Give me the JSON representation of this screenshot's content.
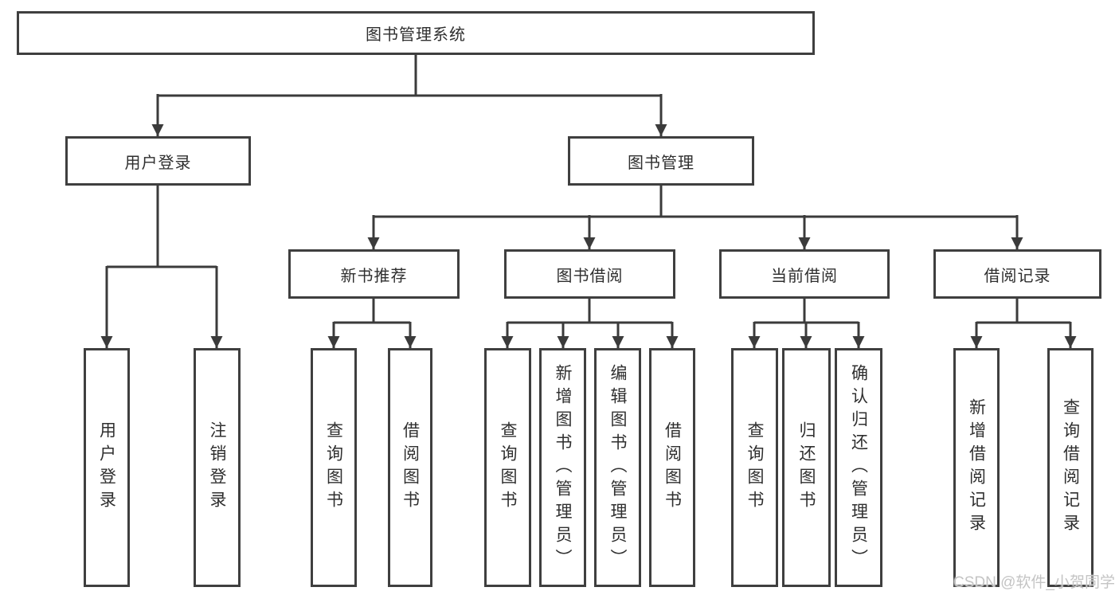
{
  "tree": {
    "label": "图书管理系统",
    "children": [
      {
        "label": "用户登录",
        "children": [
          {
            "label": "用户登录"
          },
          {
            "label": "注销登录"
          }
        ]
      },
      {
        "label": "图书管理",
        "children": [
          {
            "label": "新书推荐",
            "children": [
              {
                "label": "查询图书"
              },
              {
                "label": "借阅图书"
              }
            ]
          },
          {
            "label": "图书借阅",
            "children": [
              {
                "label": "查询图书"
              },
              {
                "label": "新增图书（管理员）"
              },
              {
                "label": "编辑图书（管理员）"
              },
              {
                "label": "借阅图书"
              }
            ]
          },
          {
            "label": "当前借阅",
            "children": [
              {
                "label": "查询图书"
              },
              {
                "label": "归还图书"
              },
              {
                "label": "确认归还（管理员）"
              }
            ]
          },
          {
            "label": "借阅记录",
            "children": [
              {
                "label": "新增借阅记录"
              },
              {
                "label": "查询借阅记录"
              }
            ]
          }
        ]
      }
    ]
  },
  "watermark": {
    "text": "CSDN @软件_小贺同学"
  },
  "colors": {
    "line": "#3b3b3b",
    "box_border": "#3f3f3f",
    "text": "#2f2f2f",
    "watermark": "#c4c4c4",
    "background": "#ffffff"
  }
}
